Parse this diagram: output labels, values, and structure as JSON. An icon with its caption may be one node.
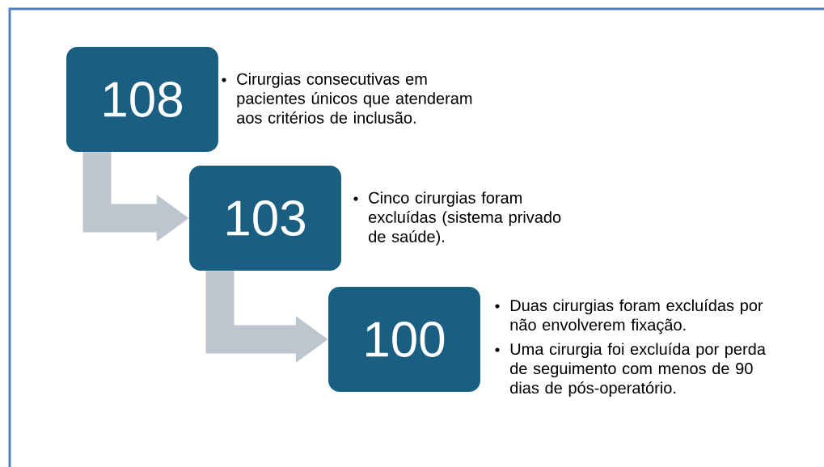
{
  "diagram": {
    "nodes": [
      {
        "text": [
          "108"
        ],
        "beside": [
          "Cirurgias consecutivas em pacientes únicos que atenderam aos critérios de inclusão."
        ]
      },
      {
        "text": [
          "103"
        ],
        "beside": [
          "Cinco cirurgias foram excluídas (sistema privado de saúde)."
        ]
      },
      {
        "text": [
          "100"
        ],
        "beside": [
          "Duas cirurgias foram excluídas por não envolverem fixação.",
          "Uma cirurgia foi excluída por perda de seguimento com menos de 90 dias de pós-operatório."
        ]
      }
    ],
    "edges": [
      {
        "from": 0,
        "to": 1,
        "arrow": "to"
      },
      {
        "from": 1,
        "to": 2,
        "arrow": "to"
      }
    ]
  }
}
